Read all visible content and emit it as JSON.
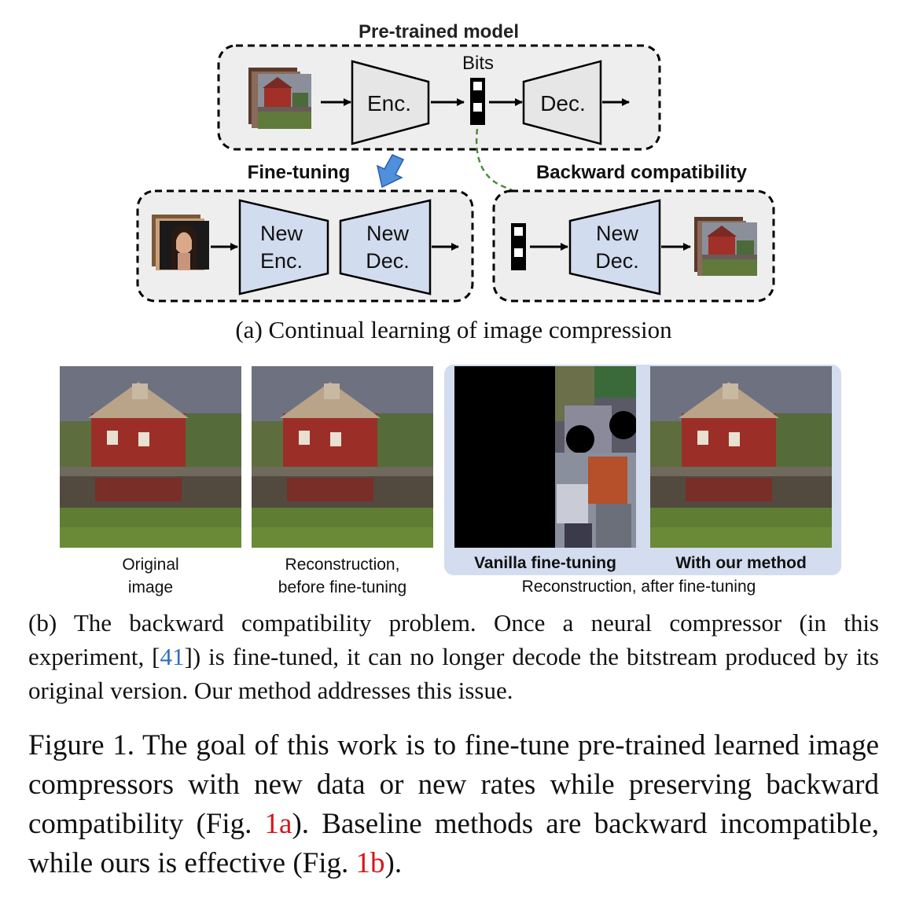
{
  "diagram": {
    "pretrained_title": "Pre-trained model",
    "bits_label": "Bits",
    "enc_label": "Enc.",
    "dec_label": "Dec.",
    "finetuning_title": "Fine-tuning",
    "backward_title": "Backward compatibility",
    "new_enc_line1": "New",
    "new_enc_line2": "Enc.",
    "new_dec_line1": "New",
    "new_dec_line2": "Dec.",
    "caption_a": "(a) Continual learning of image compression"
  },
  "panel_b": {
    "original_line1": "Original",
    "original_line2": "image",
    "recon_line1": "Reconstruction,",
    "recon_line2": "before fine-tuning",
    "vanilla_label": "Vanilla fine-tuning",
    "ours_label": "With our method",
    "after_label": "Reconstruction, after fine-tuning"
  },
  "caption_b": {
    "before_ref": "(b) The backward compatibility problem. Once a neural compressor (in this experiment, [",
    "ref": "41",
    "after_ref": "]) is fine-tuned, it can no longer decode the bitstream produced by its original version. Our method addresses this issue."
  },
  "figure_caption": {
    "part1": "Figure 1. The goal of this work is to fine-tune pre-trained learned image compressors with new data or new rates while preserving backward compatibility (Fig. ",
    "ref1": "1a",
    "part2": "). Baseline methods are backward incompatible, while ours is effective (Fig. ",
    "ref2": "1b",
    "part3": ")."
  },
  "colors": {
    "box_fill": "#eeeeee",
    "enc_fill": "#e6e6e6",
    "new_fill": "#d2dcef",
    "arrow_blue": "#4f8fdc",
    "dashed_green": "#4e8c3a",
    "highlight_panel": "#d3ddef",
    "ref_blue": "#2e6fc4",
    "ref_red": "#d8141b"
  }
}
